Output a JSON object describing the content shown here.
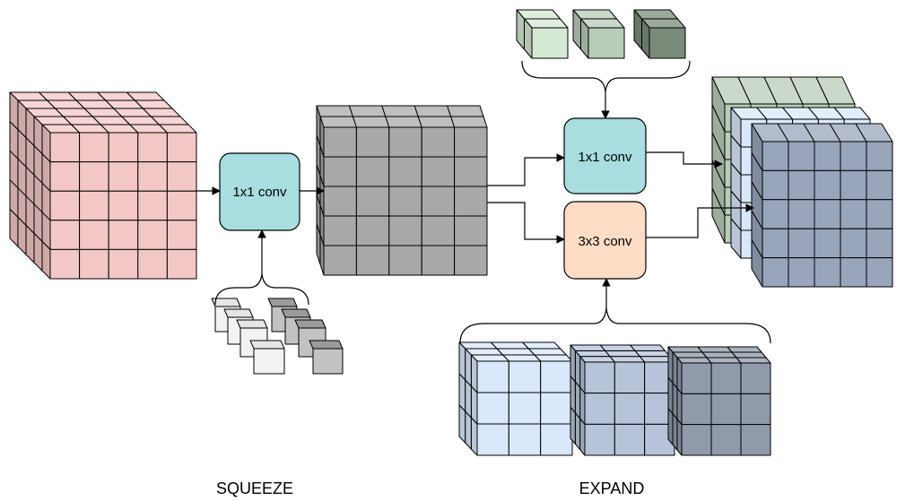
{
  "squeeze": {
    "conv_label": "1x1 conv",
    "conv_color": "#a8dedf",
    "caption": "SQUEEZE"
  },
  "expand": {
    "conv1_label": "1x1 conv",
    "conv1_color": "#a8dedf",
    "conv3_label": "3x3 conv",
    "conv3_color": "#fdddc5",
    "caption": "EXPAND"
  },
  "colors": {
    "input_tensor": "#f4c7c7",
    "squeeze_output": "#a9a9a9",
    "squeeze_output_back": "#e0e0e0",
    "filter_light": "#f2f2f2",
    "filter_dark": "#c2c2c2",
    "green_light": "#d5e8d4",
    "green_mid": "#b9ccb8",
    "green_dark": "#7a8c79",
    "blue_light": "#dae8fc",
    "blue_mid": "#b6c3d8",
    "blue_dark": "#8f9aaa",
    "output_front": "#98a5bb"
  }
}
